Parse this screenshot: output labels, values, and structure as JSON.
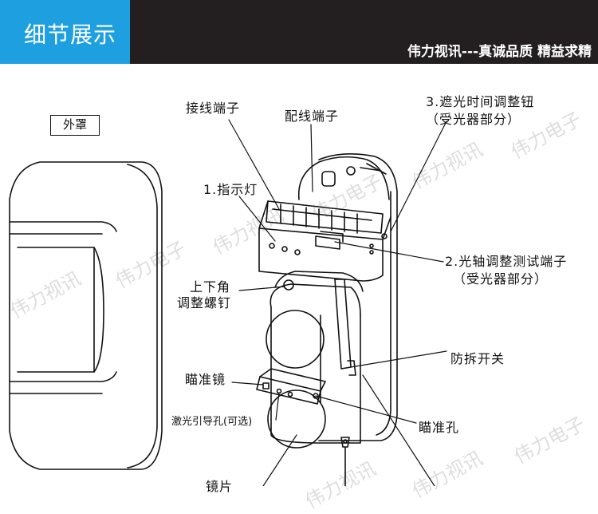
{
  "header": {
    "section_title": "细节展示",
    "slogan": "伟力视讯---真诚品质 精益求精",
    "colors": {
      "banner": "#231f20",
      "accent": "#1e9fe0"
    }
  },
  "diagram": {
    "cover_label": "外罩",
    "labels": {
      "terminal_wiring": "接线端子",
      "terminal_distribution": "配线端子",
      "shading_knob_line1": "3.遮光时间调整钮",
      "shading_knob_line2": "（受光器部分）",
      "indicator": "1.指示灯",
      "axis_test_line1": "2.光轴调整测试端子",
      "axis_test_line2": "（受光器部分）",
      "angle_screw_line1": "上下角",
      "angle_screw_line2": "调整螺钉",
      "tamper_switch": "防拆开关",
      "sight_scope": "瞄准镜",
      "laser_guide": "激光引导孔(可选)",
      "sight_hole": "瞄准孔",
      "lens_partial": "镜片"
    }
  },
  "watermarks": [
    "伟力视讯",
    "伟力电子",
    "伟力视讯",
    "伟力电子",
    "伟力视讯",
    "伟力电子",
    "伟力视讯",
    "伟力视讯",
    "伟力电子"
  ]
}
